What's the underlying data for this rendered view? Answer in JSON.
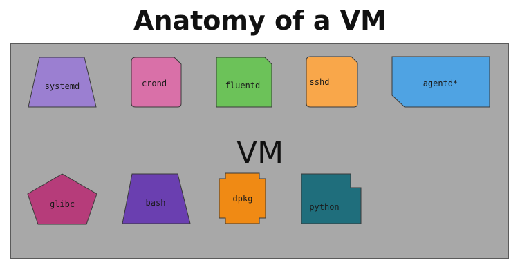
{
  "title": "Anatomy of a VM",
  "container": {
    "label": "VM",
    "fill": "#a8a8a8"
  },
  "components": [
    {
      "id": "systemd",
      "label": "systemd",
      "shape": "trapezoid",
      "color": "#9b7fd1"
    },
    {
      "id": "crond",
      "label": "crond",
      "shape": "rounded-notched",
      "color": "#d970a8"
    },
    {
      "id": "fluentd",
      "label": "fluentd",
      "shape": "notched",
      "color": "#6cc259"
    },
    {
      "id": "sshd",
      "label": "sshd",
      "shape": "rounded-notched",
      "color": "#f9a74a"
    },
    {
      "id": "agentd",
      "label": "agentd*",
      "shape": "notched-bottom-left",
      "color": "#4fa3e3"
    },
    {
      "id": "glibc",
      "label": "glibc",
      "shape": "pentagon",
      "color": "#b63c7a"
    },
    {
      "id": "bash",
      "label": "bash",
      "shape": "trapezoid",
      "color": "#6a3fb0"
    },
    {
      "id": "dpkg",
      "label": "dpkg",
      "shape": "cross-notched",
      "color": "#f08a14"
    },
    {
      "id": "python",
      "label": "python",
      "shape": "stepped",
      "color": "#1f6e7c"
    }
  ]
}
